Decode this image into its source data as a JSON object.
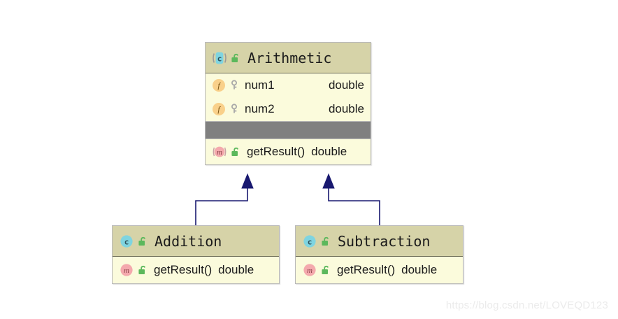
{
  "diagram": {
    "type": "uml-class-diagram",
    "background_color": "#ffffff",
    "header_color": "#d6d3a8",
    "body_color": "#fbfbdc",
    "separator_color": "#808080",
    "edge_color": "#191970",
    "class_icon_color": "#7fd4e0",
    "field_icon_color": "#f7c872",
    "method_icon_color": "#f4a9ad",
    "lock_icon_color": "#5cb85c",
    "key_icon_color": "#a8a8a8"
  },
  "classes": [
    {
      "id": "arithmetic",
      "name": "Arithmetic",
      "stereotype": "class",
      "abstract": true,
      "class_icon": "class-abstract-icon",
      "visibility_icon": "unlock-icon",
      "fields": [
        {
          "icon": "field-icon",
          "visibility_icon": "key-icon",
          "name": "num1",
          "type": "double"
        },
        {
          "icon": "field-icon",
          "visibility_icon": "key-icon",
          "name": "num2",
          "type": "double"
        }
      ],
      "has_separator": true,
      "methods": [
        {
          "icon": "method-icon",
          "visibility_icon": "unlock-icon",
          "name": "getResult()",
          "type": "double"
        }
      ]
    },
    {
      "id": "addition",
      "name": "Addition",
      "stereotype": "class",
      "abstract": false,
      "class_icon": "class-icon",
      "visibility_icon": "unlock-icon",
      "fields": [],
      "has_separator": false,
      "methods": [
        {
          "icon": "method-icon",
          "visibility_icon": "unlock-icon",
          "name": "getResult()",
          "type": "double"
        }
      ]
    },
    {
      "id": "subtraction",
      "name": "Subtraction",
      "stereotype": "class",
      "abstract": false,
      "class_icon": "class-icon",
      "visibility_icon": "unlock-icon",
      "fields": [],
      "has_separator": false,
      "methods": [
        {
          "icon": "method-icon",
          "visibility_icon": "unlock-icon",
          "name": "getResult()",
          "type": "double"
        }
      ]
    }
  ],
  "relationships": [
    {
      "type": "generalization",
      "from": "addition",
      "to": "arithmetic",
      "arrow": "hollow-to-filled-triangle"
    },
    {
      "type": "generalization",
      "from": "subtraction",
      "to": "arithmetic",
      "arrow": "hollow-to-filled-triangle"
    }
  ],
  "watermark": {
    "text": "https://blog.csdn.net/LOVEQD123"
  }
}
